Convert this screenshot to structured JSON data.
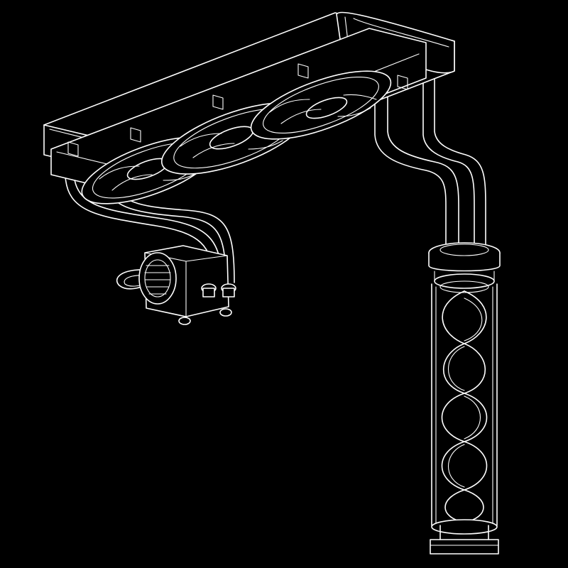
{
  "colors": {
    "background": "#000000",
    "line": "#ffffff"
  },
  "components": [
    {
      "name": "radiator",
      "fan_count": 3
    },
    {
      "name": "pump-block"
    },
    {
      "name": "coolant-tubes",
      "count": 2
    },
    {
      "name": "reservoir",
      "coil": "spiral"
    }
  ]
}
